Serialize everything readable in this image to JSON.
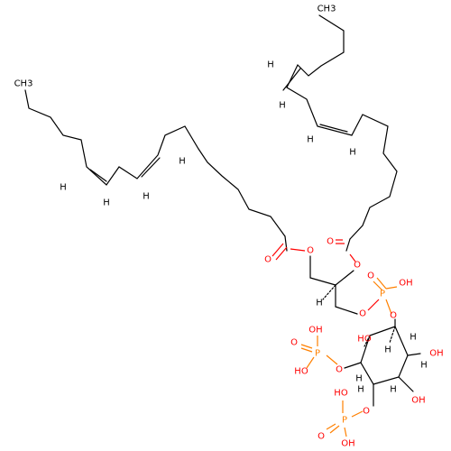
{
  "colors": {
    "carbon": "#000000",
    "oxygen": "#ff0000",
    "phosphorus": "#ff8000",
    "background": "#ffffff"
  },
  "labels": [
    {
      "id": "ch3-right",
      "text": "CH3",
      "kind": "c"
    },
    {
      "id": "ch3-left",
      "text": "CH3",
      "kind": "c"
    },
    {
      "id": "h-r1",
      "text": "H",
      "kind": "h"
    },
    {
      "id": "h-r2",
      "text": "H",
      "kind": "h"
    },
    {
      "id": "h-r3",
      "text": "H",
      "kind": "h"
    },
    {
      "id": "h-r4",
      "text": "H",
      "kind": "h"
    },
    {
      "id": "h-l1",
      "text": "H",
      "kind": "h"
    },
    {
      "id": "h-l2",
      "text": "H",
      "kind": "h"
    },
    {
      "id": "h-l3",
      "text": "H",
      "kind": "h"
    },
    {
      "id": "h-l4",
      "text": "H",
      "kind": "h"
    },
    {
      "id": "o-ester-left-dbl",
      "text": "O",
      "kind": "o"
    },
    {
      "id": "o-ester-left",
      "text": "O",
      "kind": "o"
    },
    {
      "id": "o-ester-right-dbl",
      "text": "O",
      "kind": "o"
    },
    {
      "id": "o-ester-right",
      "text": "O",
      "kind": "o"
    },
    {
      "id": "h-glycerol",
      "text": "H",
      "kind": "h"
    },
    {
      "id": "o-glycerol-p",
      "text": "O",
      "kind": "o"
    },
    {
      "id": "p-main",
      "text": "P",
      "kind": "p"
    },
    {
      "id": "o-p-main-dbl",
      "text": "O",
      "kind": "o"
    },
    {
      "id": "oh-p-main",
      "text": "OH",
      "kind": "o"
    },
    {
      "id": "o-p-main-ring",
      "text": "O",
      "kind": "o"
    },
    {
      "id": "oh-ring-2",
      "text": "HO",
      "kind": "o"
    },
    {
      "id": "h-ring-1",
      "text": "H",
      "kind": "h"
    },
    {
      "id": "h-ring-1b",
      "text": "H",
      "kind": "h"
    },
    {
      "id": "h-ring-3",
      "text": "H",
      "kind": "h"
    },
    {
      "id": "oh-ring-3",
      "text": "OH",
      "kind": "o"
    },
    {
      "id": "h-ring-4",
      "text": "H",
      "kind": "h"
    },
    {
      "id": "oh-ring-4",
      "text": "OH",
      "kind": "o"
    },
    {
      "id": "h-ring-5",
      "text": "H",
      "kind": "h"
    },
    {
      "id": "h-ring-6",
      "text": "H",
      "kind": "h"
    },
    {
      "id": "oh-p2-top",
      "text": "OH",
      "kind": "o"
    },
    {
      "id": "o-p2-dbl",
      "text": "O",
      "kind": "o"
    },
    {
      "id": "p-2",
      "text": "P",
      "kind": "p"
    },
    {
      "id": "o-p2-ring",
      "text": "O",
      "kind": "o"
    },
    {
      "id": "ho-p2",
      "text": "HO",
      "kind": "o"
    },
    {
      "id": "oh-p3-top",
      "text": "HO",
      "kind": "o"
    },
    {
      "id": "o-p3-ring",
      "text": "O",
      "kind": "o"
    },
    {
      "id": "p-3",
      "text": "P",
      "kind": "p"
    },
    {
      "id": "o-p3-dbl",
      "text": "O",
      "kind": "o"
    },
    {
      "id": "oh-p3",
      "text": "OH",
      "kind": "o"
    }
  ]
}
